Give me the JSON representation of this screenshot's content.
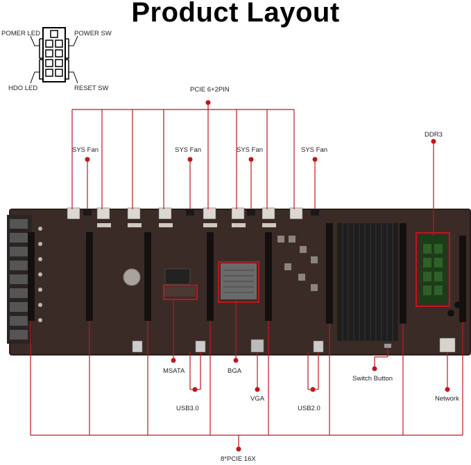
{
  "title": "Product Layout",
  "colors": {
    "line": "#c0161b",
    "board": "#3b2b27",
    "board_edge": "#2a1c18"
  },
  "header_pins": {
    "power_led": "POMER LED",
    "power_sw": "POWER SW",
    "hdd_led": "HDO LED",
    "reset_sw": "RESET SW"
  },
  "callouts": {
    "pcie_power": "PCIE 6+2PIN",
    "sys_fan": "SYS Fan",
    "ddr3": "DDR3",
    "msata": "MSATA",
    "bga": "BGA",
    "usb30": "USB3.0",
    "vga": "VGA",
    "usb20": "USB2.0",
    "switch_button": "Switch Button",
    "network": "Network",
    "pcie_slots": "8*PCIE 16X"
  }
}
